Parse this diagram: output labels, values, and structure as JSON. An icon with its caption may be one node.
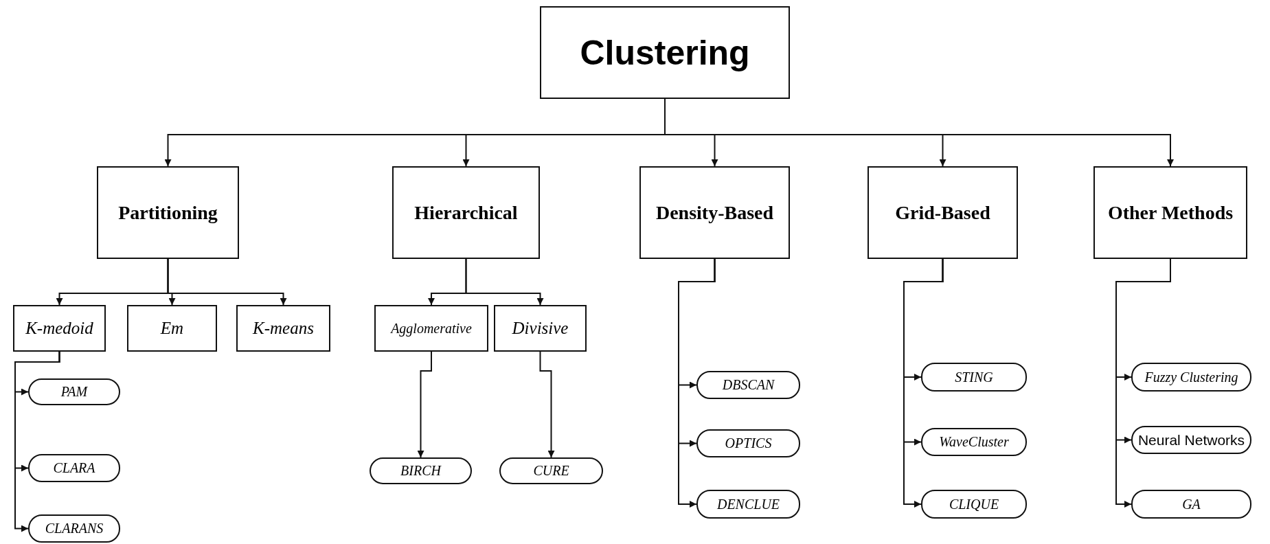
{
  "diagram": {
    "nodes": [
      {
        "text": [
          "Clustering"
        ]
      },
      {
        "text": [
          "Partitioning"
        ]
      },
      {
        "text": [
          "Hierarchical"
        ]
      },
      {
        "text": [
          "Density-Based"
        ]
      },
      {
        "text": [
          "Grid-Based"
        ]
      },
      {
        "text": [
          "Other Methods"
        ]
      },
      {
        "text": [
          "K-medoid"
        ]
      },
      {
        "text": [
          "Em"
        ]
      },
      {
        "text": [
          "K-means"
        ]
      },
      {
        "text": [
          "Agglomerative"
        ]
      },
      {
        "text": [
          "Divisive"
        ]
      },
      {
        "text": [
          "PAM"
        ]
      },
      {
        "text": [
          "CLARA"
        ]
      },
      {
        "text": [
          "CLARANS"
        ]
      },
      {
        "text": [
          "BIRCH"
        ]
      },
      {
        "text": [
          "CURE"
        ]
      },
      {
        "text": [
          "DBSCAN"
        ]
      },
      {
        "text": [
          "OPTICS"
        ]
      },
      {
        "text": [
          "DENCLUE"
        ]
      },
      {
        "text": [
          "STING"
        ]
      },
      {
        "text": [
          "WaveCluster"
        ]
      },
      {
        "text": [
          "CLIQUE"
        ]
      },
      {
        "text": [
          "Fuzzy Clustering"
        ]
      },
      {
        "text": [
          "Neural Networks"
        ]
      },
      {
        "text": [
          "GA"
        ]
      }
    ],
    "edges": [
      {
        "from": 0,
        "to": 1,
        "arrow": "to"
      },
      {
        "from": 0,
        "to": 2,
        "arrow": "to"
      },
      {
        "from": 0,
        "to": 3,
        "arrow": "to"
      },
      {
        "from": 0,
        "to": 4,
        "arrow": "to"
      },
      {
        "from": 0,
        "to": 5,
        "arrow": "to"
      },
      {
        "from": 1,
        "to": 6,
        "arrow": "to"
      },
      {
        "from": 1,
        "to": 7,
        "arrow": "to"
      },
      {
        "from": 1,
        "to": 8,
        "arrow": "to"
      },
      {
        "from": 2,
        "to": 9,
        "arrow": "to"
      },
      {
        "from": 2,
        "to": 10,
        "arrow": "to"
      },
      {
        "from": 6,
        "to": 11,
        "arrow": "to"
      },
      {
        "from": 6,
        "to": 12,
        "arrow": "to"
      },
      {
        "from": 6,
        "to": 13,
        "arrow": "to"
      },
      {
        "from": 9,
        "to": 14,
        "arrow": "to"
      },
      {
        "from": 10,
        "to": 15,
        "arrow": "to"
      },
      {
        "from": 3,
        "to": 16,
        "arrow": "to"
      },
      {
        "from": 3,
        "to": 17,
        "arrow": "to"
      },
      {
        "from": 3,
        "to": 18,
        "arrow": "to"
      },
      {
        "from": 4,
        "to": 19,
        "arrow": "to"
      },
      {
        "from": 4,
        "to": 20,
        "arrow": "to"
      },
      {
        "from": 4,
        "to": 21,
        "arrow": "to"
      },
      {
        "from": 5,
        "to": 22,
        "arrow": "to"
      },
      {
        "from": 5,
        "to": 23,
        "arrow": "to"
      },
      {
        "from": 5,
        "to": 24,
        "arrow": "to"
      }
    ]
  }
}
